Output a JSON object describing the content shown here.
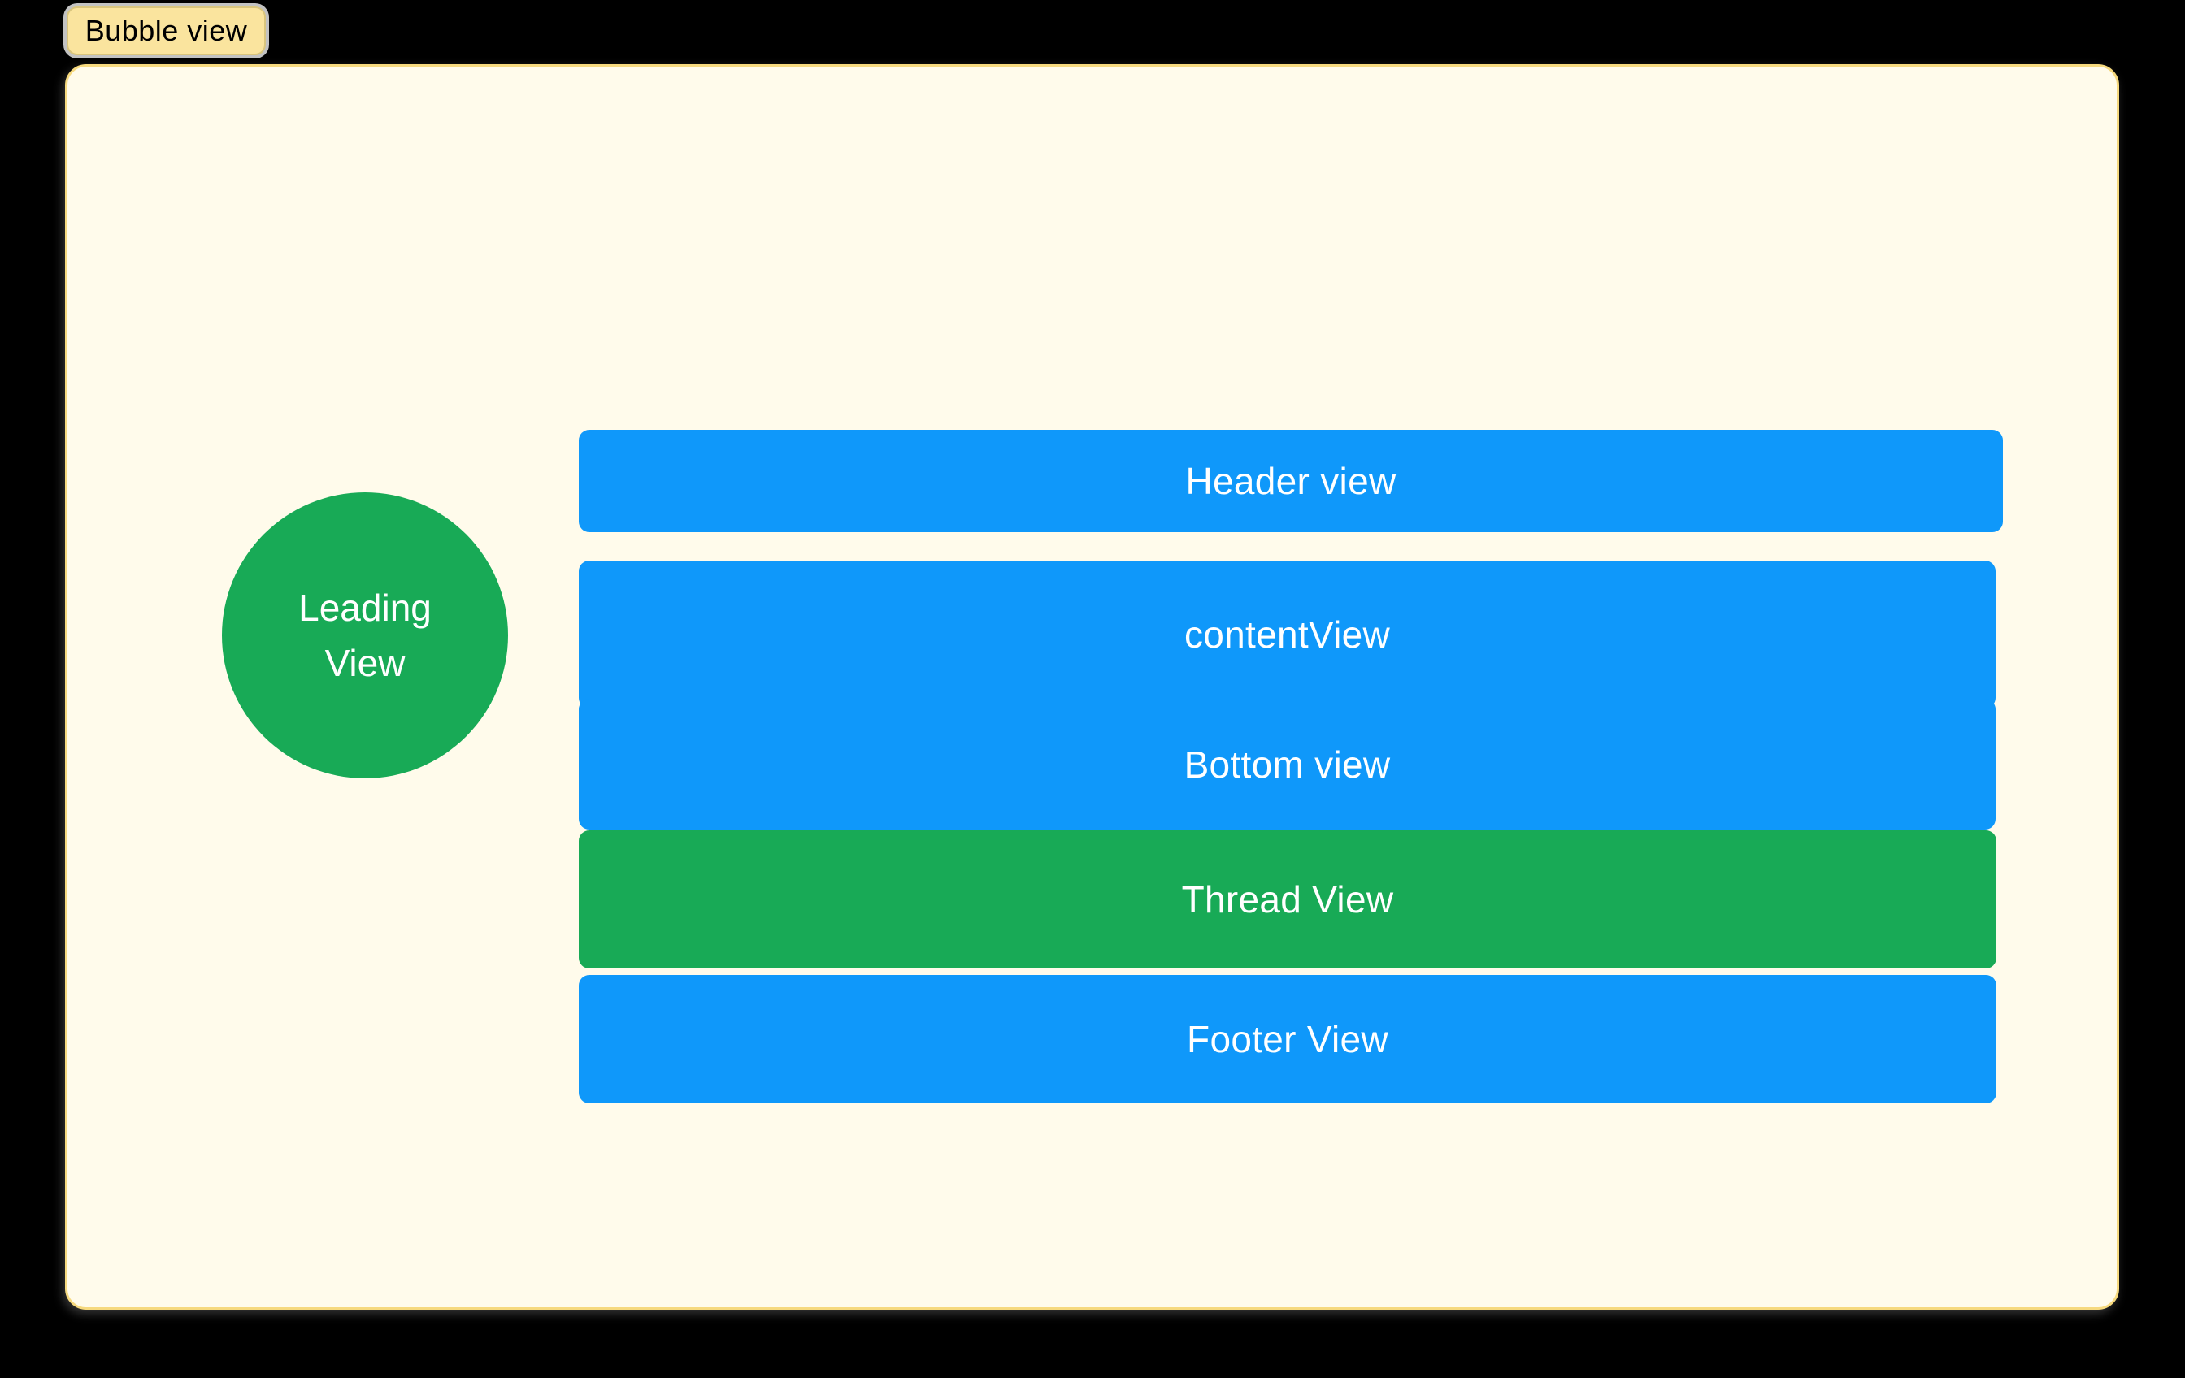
{
  "window": {
    "tab_label": "Bubble view"
  },
  "preview": {
    "leading_view": {
      "line1": "Leading",
      "line2": "View"
    },
    "header_view": {
      "label": "Header view"
    },
    "content_view": {
      "label": "contentView"
    },
    "bottom_view": {
      "label": "Bottom view"
    },
    "thread_view": {
      "label": "Thread View"
    },
    "footer_view": {
      "label": "Footer View"
    }
  },
  "colors": {
    "background": "#000000",
    "panel_bg": "#FFFBEB",
    "panel_border": "#F6D97E",
    "tab_bg": "#FAE49E",
    "tab_border": "#D9C57D",
    "tab_halo": "#C2C2C2",
    "tab_text": "#000000",
    "blue": "#0F98FA",
    "green": "#18AA56",
    "label_text": "#FFFFFF"
  }
}
